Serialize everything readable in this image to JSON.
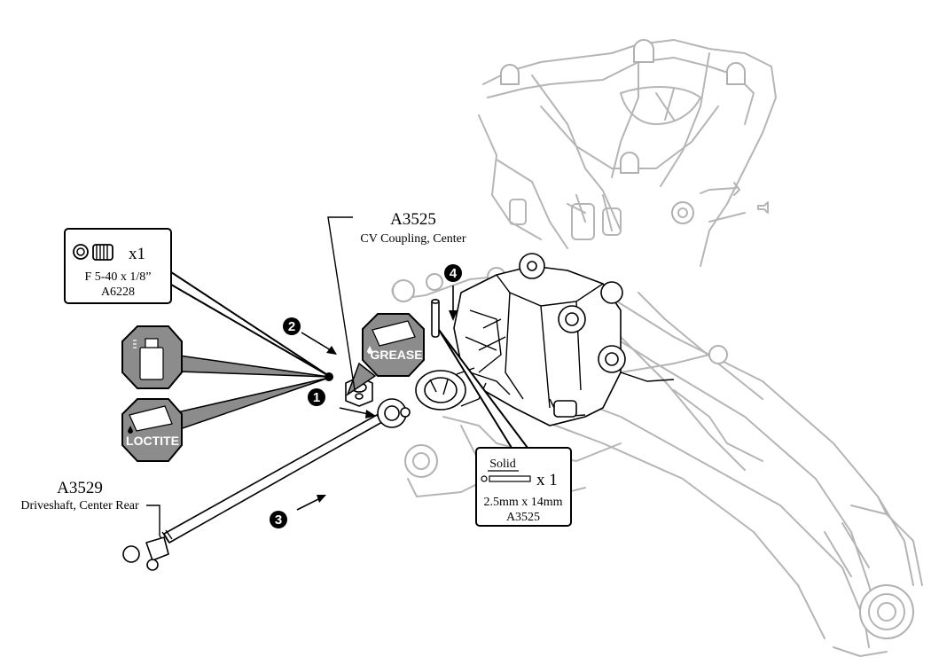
{
  "parts": {
    "coupling": {
      "number": "A3525",
      "name": "CV Coupling, Center"
    },
    "driveshaft": {
      "number": "A3529",
      "name": "Driveshaft, Center Rear"
    }
  },
  "hardware": {
    "setscrew": {
      "qty": "x1",
      "size": "F 5-40 x 1/8”",
      "number": "A6228"
    },
    "pin": {
      "type": "Solid",
      "qty": "x 1",
      "size": "2.5mm x 14mm",
      "number": "A3525"
    }
  },
  "badges": {
    "grease": "GREASE",
    "loctite": "LOCTITE"
  },
  "steps": [
    "1",
    "2",
    "3",
    "4"
  ],
  "colors": {
    "badge_fill": "#8c8c8c",
    "chassis_line": "#b5b5b5",
    "ink": "#000000"
  }
}
